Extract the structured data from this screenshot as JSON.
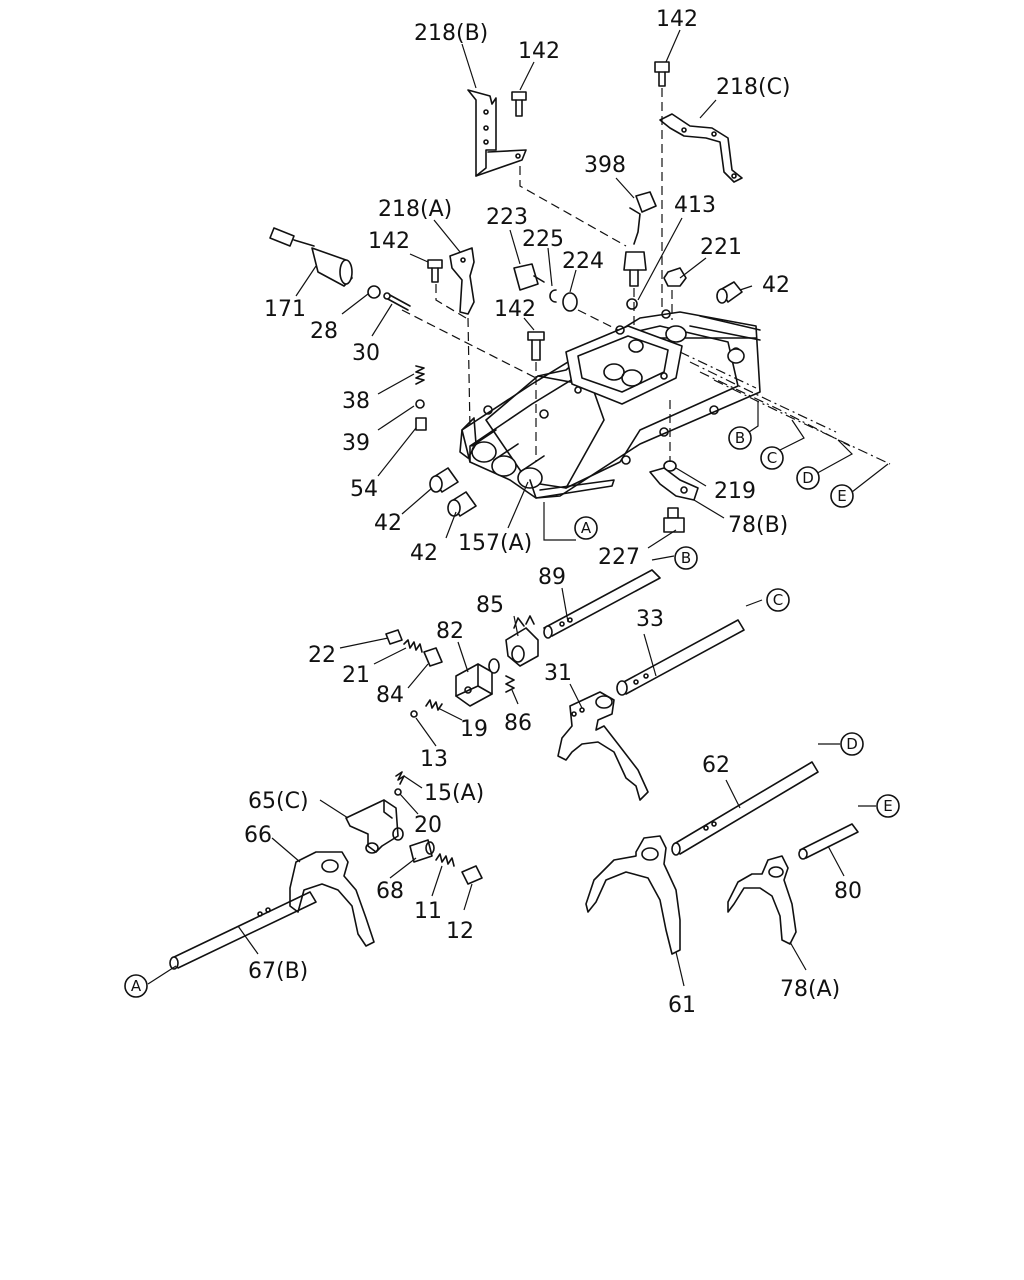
{
  "labels": {
    "l218B": "218(B)",
    "l142a": "142",
    "l142b": "142",
    "l218C": "218(C)",
    "l398": "398",
    "l413": "413",
    "l218A": "218(A)",
    "l223": "223",
    "l225": "225",
    "l224": "224",
    "l221": "221",
    "l142c": "142",
    "l42a": "42",
    "l171": "171",
    "l28": "28",
    "l30": "30",
    "l142d": "142",
    "l38": "38",
    "l39": "39",
    "l54": "54",
    "l219": "219",
    "l42b": "42",
    "l42c": "42",
    "l157A": "157(A)",
    "l78B": "78(B)",
    "l227": "227",
    "l89": "89",
    "l85": "85",
    "l82": "82",
    "l33": "33",
    "l22": "22",
    "l21": "21",
    "l84": "84",
    "l31": "31",
    "l86": "86",
    "l19": "19",
    "l13": "13",
    "l15A": "15(A)",
    "l65C": "65(C)",
    "l20": "20",
    "l66": "66",
    "l62": "62",
    "l68": "68",
    "l11": "11",
    "l12": "12",
    "l80": "80",
    "l67B": "67(B)",
    "l61": "61",
    "l78A": "78(A)"
  },
  "ref_markers": {
    "A": "A",
    "B": "B",
    "C": "C",
    "D": "D",
    "E": "E"
  }
}
